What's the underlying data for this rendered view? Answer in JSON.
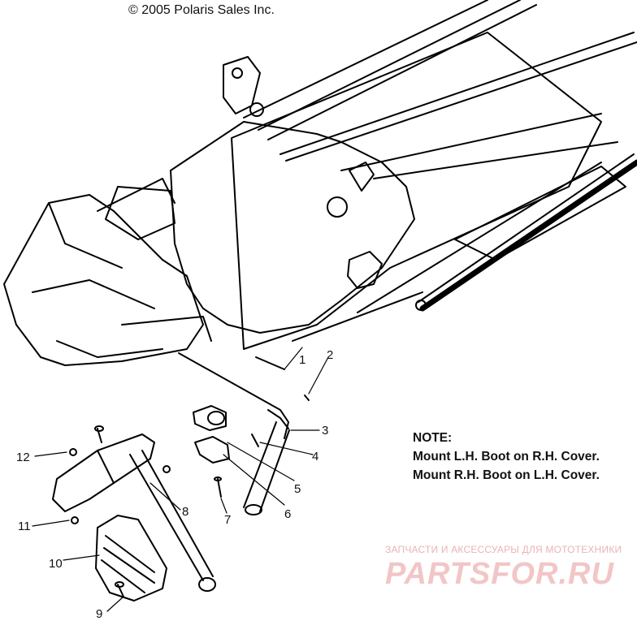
{
  "copyright": "© 2005 Polaris Sales Inc.",
  "note": {
    "heading": "NOTE:",
    "line1": "Mount L.H. Boot on R.H. Cover.",
    "line2": "Mount R.H. Boot on L.H. Cover."
  },
  "callouts": [
    "1",
    "2",
    "3",
    "4",
    "5",
    "6",
    "7",
    "8",
    "9",
    "10",
    "11",
    "12"
  ],
  "watermark": {
    "tagline": "ЗАПЧАСТИ И АКСЕССУАРЫ ДЛЯ МОТОТЕХНИКИ",
    "logo": "PARTSFOR.RU"
  }
}
